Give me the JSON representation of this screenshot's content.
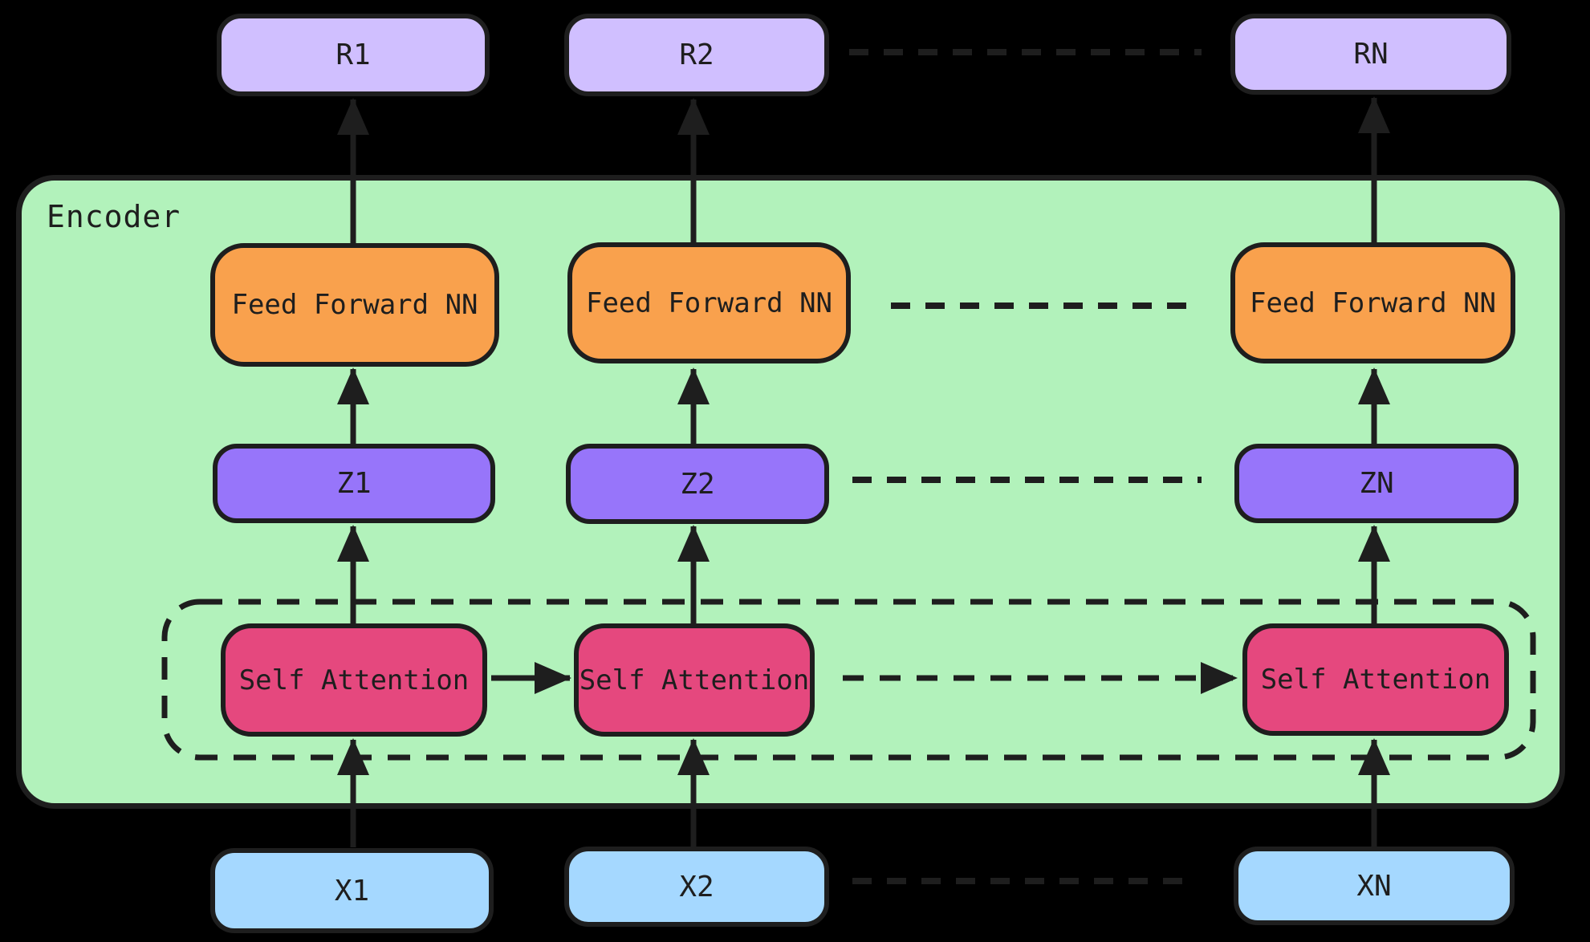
{
  "encoder": {
    "label": "Encoder"
  },
  "columns": [
    {
      "r": "R1",
      "ffn": "Feed Forward NN",
      "z": "Z1",
      "sa": "Self Attention",
      "x": "X1"
    },
    {
      "r": "R2",
      "ffn": "Feed Forward NN",
      "z": "Z2",
      "sa": "Self Attention",
      "x": "X2"
    },
    {
      "r": "RN",
      "ffn": "Feed Forward NN",
      "z": "ZN",
      "sa": "Self Attention",
      "x": "XN"
    }
  ],
  "colors": {
    "bg": "#000000",
    "ink": "#1e1e1e",
    "green": "#b2f2bb",
    "orange": "#f9a14d",
    "lavender": "#d0bfff",
    "purple": "#9775fa",
    "pinklight": "#f783ac",
    "pinkdark": "#e5487e",
    "blue": "#a5d8ff"
  }
}
